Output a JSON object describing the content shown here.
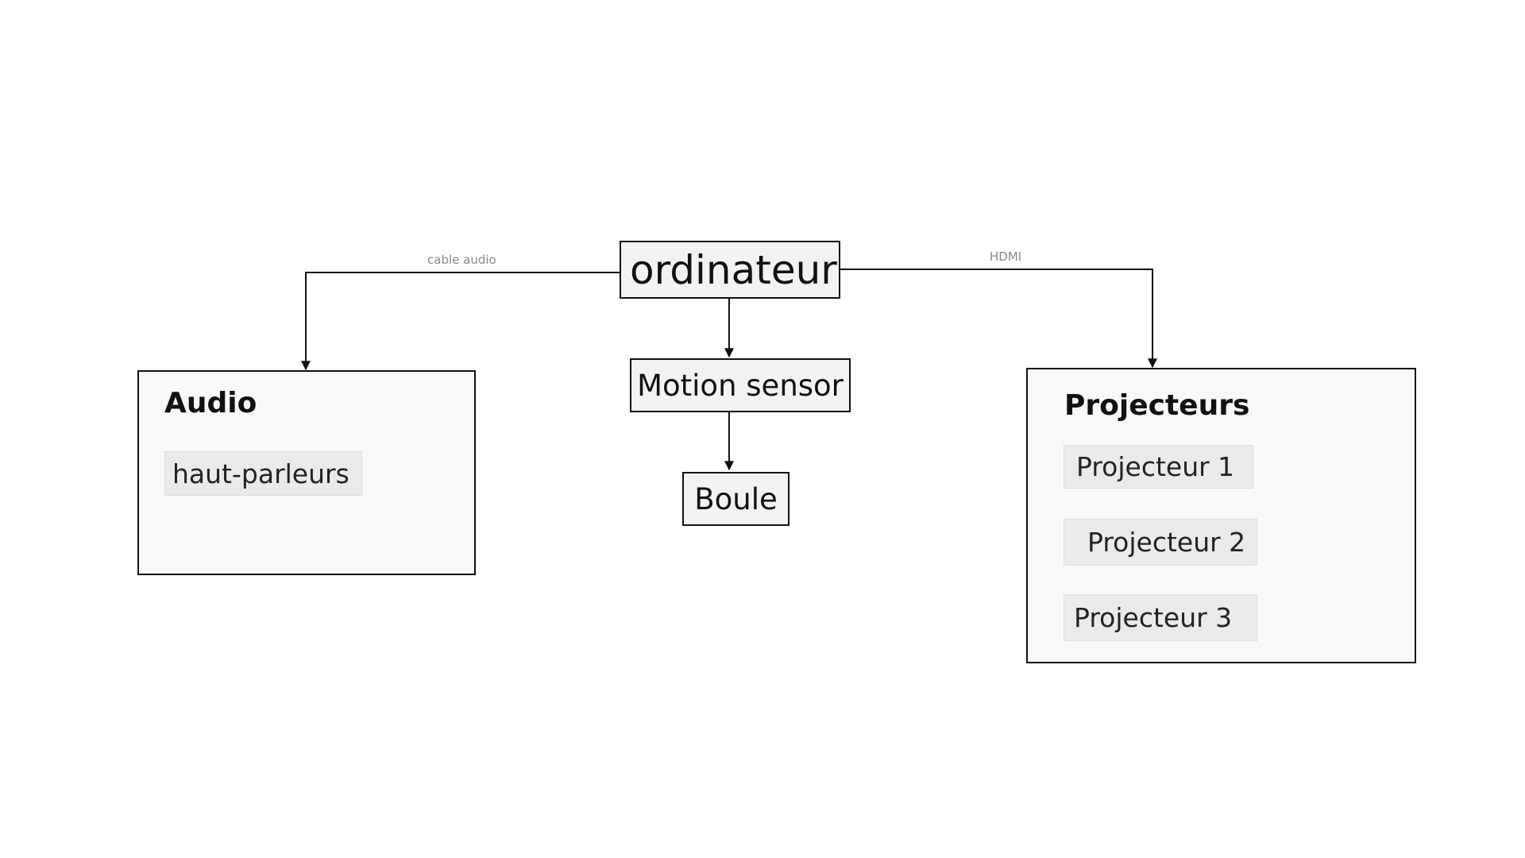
{
  "diagram": {
    "nodes": {
      "computer": {
        "label": "ordinateur"
      },
      "motion_sensor": {
        "label": "Motion sensor"
      },
      "ball": {
        "label": "Boule"
      }
    },
    "groups": {
      "audio": {
        "title": "Audio",
        "items": [
          {
            "label": "haut-parleurs"
          }
        ]
      },
      "projectors": {
        "title": "Projecteurs",
        "items": [
          {
            "label": "Projecteur 1"
          },
          {
            "label": "Projecteur 2"
          },
          {
            "label": "Projecteur 3"
          }
        ]
      }
    },
    "edges": [
      {
        "from": "ordinateur",
        "to": "Audio",
        "label": "cable audio"
      },
      {
        "from": "ordinateur",
        "to": "Projecteurs",
        "label": "HDMI"
      },
      {
        "from": "ordinateur",
        "to": "Motion sensor",
        "label": ""
      },
      {
        "from": "Motion sensor",
        "to": "Boule",
        "label": ""
      }
    ]
  }
}
